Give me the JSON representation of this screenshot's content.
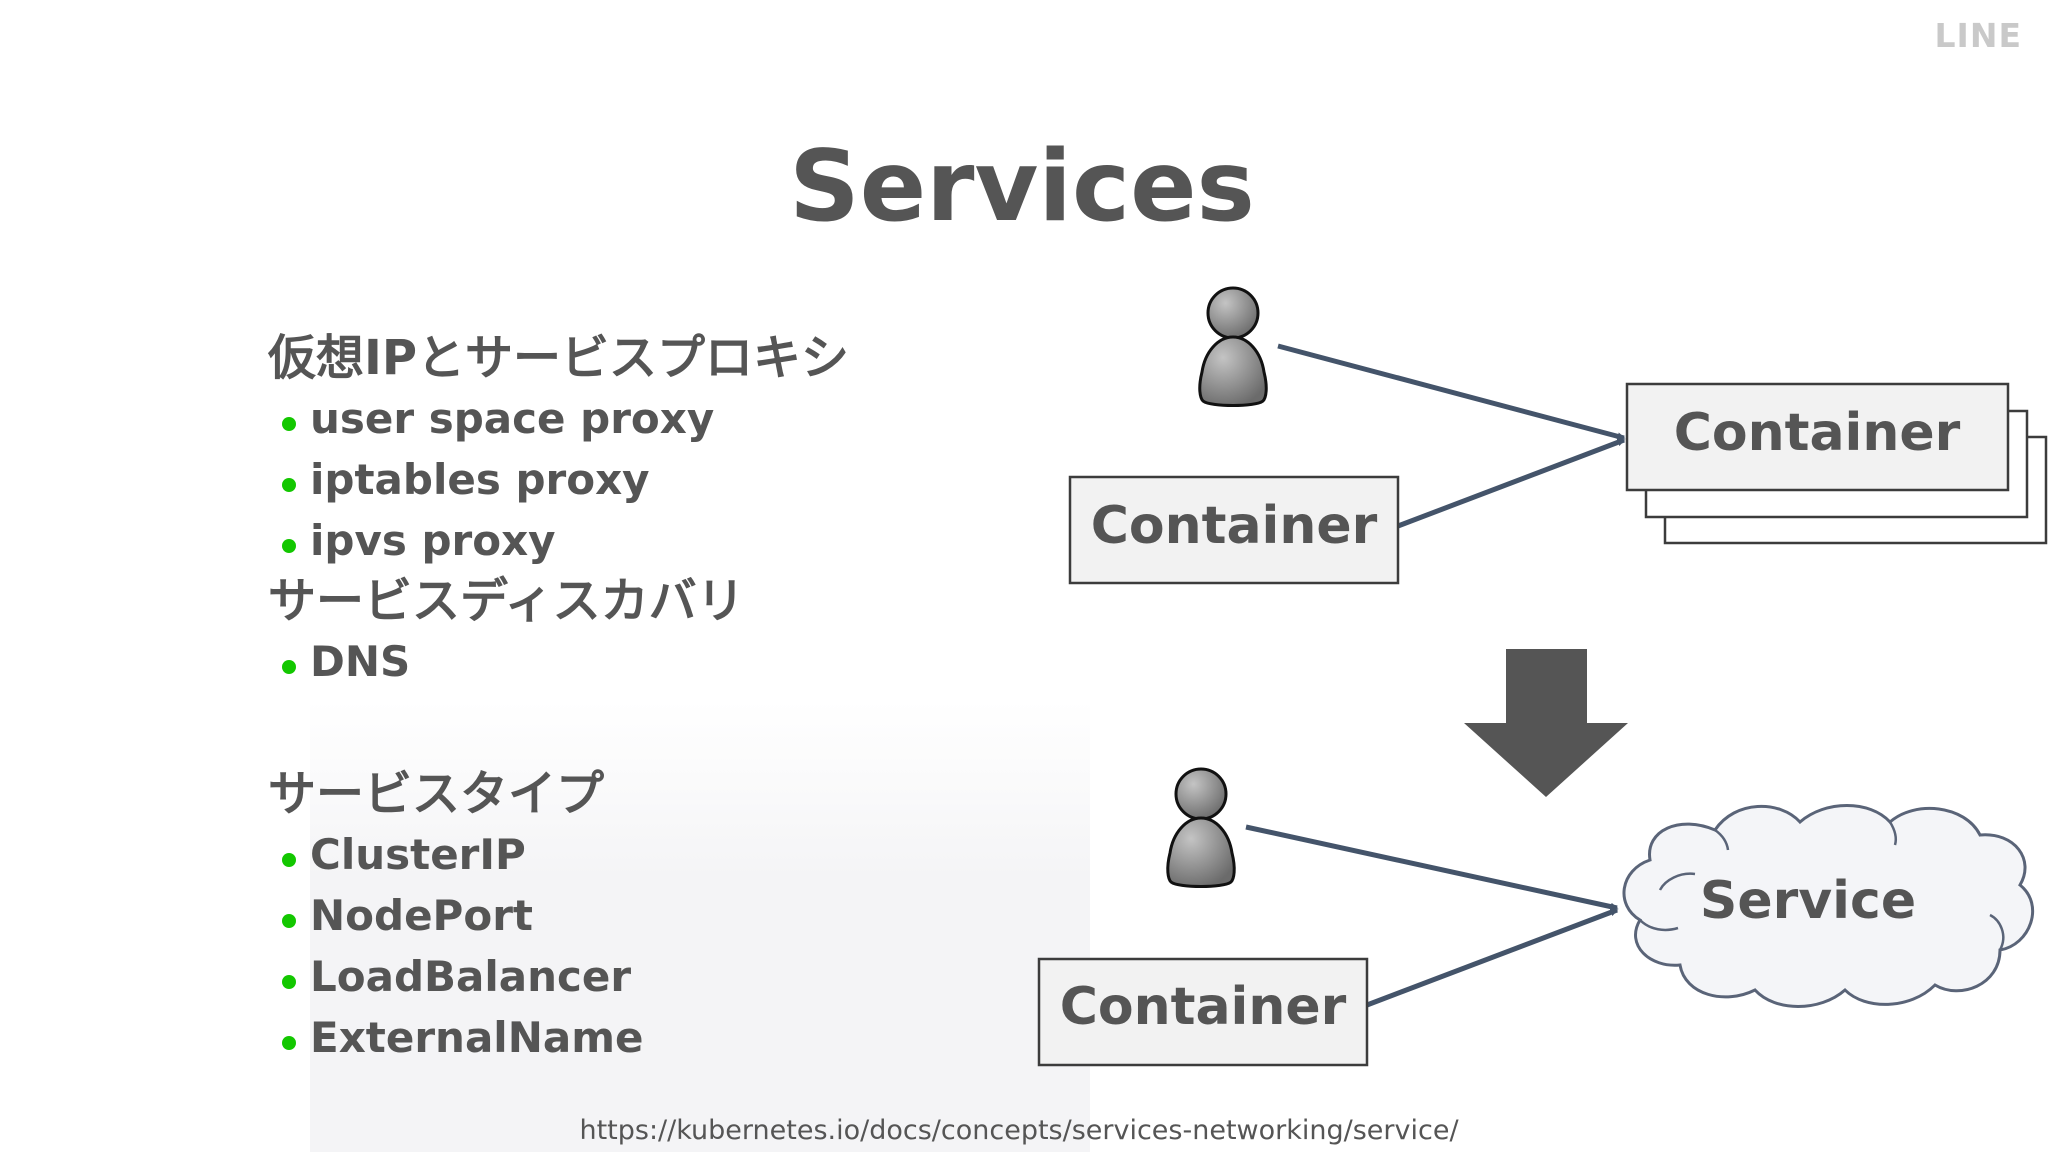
{
  "slide": {
    "brand": "LINE",
    "title": "Services",
    "source_url": "https://kubernetes.io/docs/concepts/services-networking/service/"
  },
  "sections": [
    {
      "heading": "仮想IPとサービスプロキシ",
      "items": [
        "user space proxy",
        "iptables proxy",
        "ipvs proxy"
      ]
    },
    {
      "heading": "サービスディスカバリ",
      "items": [
        "DNS"
      ]
    },
    {
      "heading": "サービスタイプ",
      "items": [
        "ClusterIP",
        "NodePort",
        "LoadBalancer",
        "ExternalName"
      ]
    }
  ],
  "diagram": {
    "top": {
      "source_container": "Container",
      "target_container": "Container"
    },
    "bottom": {
      "source_container": "Container",
      "service": "Service"
    }
  },
  "colors": {
    "text": "#555555",
    "bullet": "#13c700",
    "arrow": "#44546a",
    "down_arrow": "#555555",
    "box_fill": "#f2f2f2",
    "box_border": "#3c3c3c",
    "person_fill": "#8a8a8a",
    "cloud_stroke": "#5a6478",
    "brand": "#c9c9c9"
  },
  "icons": [
    "person-icon",
    "down-arrow-icon",
    "cloud-shape",
    "bullet-dot"
  ]
}
